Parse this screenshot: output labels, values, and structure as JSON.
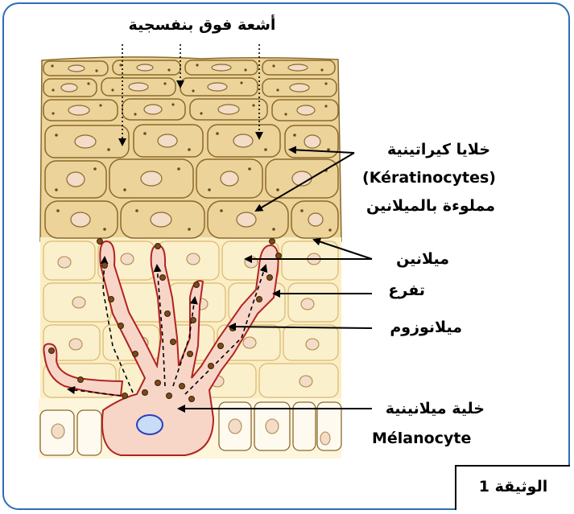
{
  "labels": {
    "uv": "أشعة فوق بنفسجية",
    "keratinocytes_ar": "خلايا كيراتينية",
    "keratinocytes_fr": "(Kératinocytes)",
    "keratinocytes_desc": "مملوءة بالميلانين",
    "melanin": "ميلانين",
    "branch": "تفرع",
    "melanosome": "ميلانوزوم",
    "melanocyte_ar": "خلية ميلانينية",
    "melanocyte_fr": "Mélanocyte"
  },
  "document_label": "الوثيقة 1",
  "colors": {
    "border": "#2e6db4",
    "top_cells": "#ecd39a",
    "mid_cells": "#f6e4b3",
    "low_cells": "#fbf0cc",
    "cell_outline": "#8a6a2a",
    "nucleus": "#f3dcc8",
    "melanocyte_fill": "#f7d6c8",
    "melanocyte_outline": "#b22222",
    "melanosome": "#7a4a1a",
    "melanocyte_nucleus": "#c9dcf5"
  }
}
